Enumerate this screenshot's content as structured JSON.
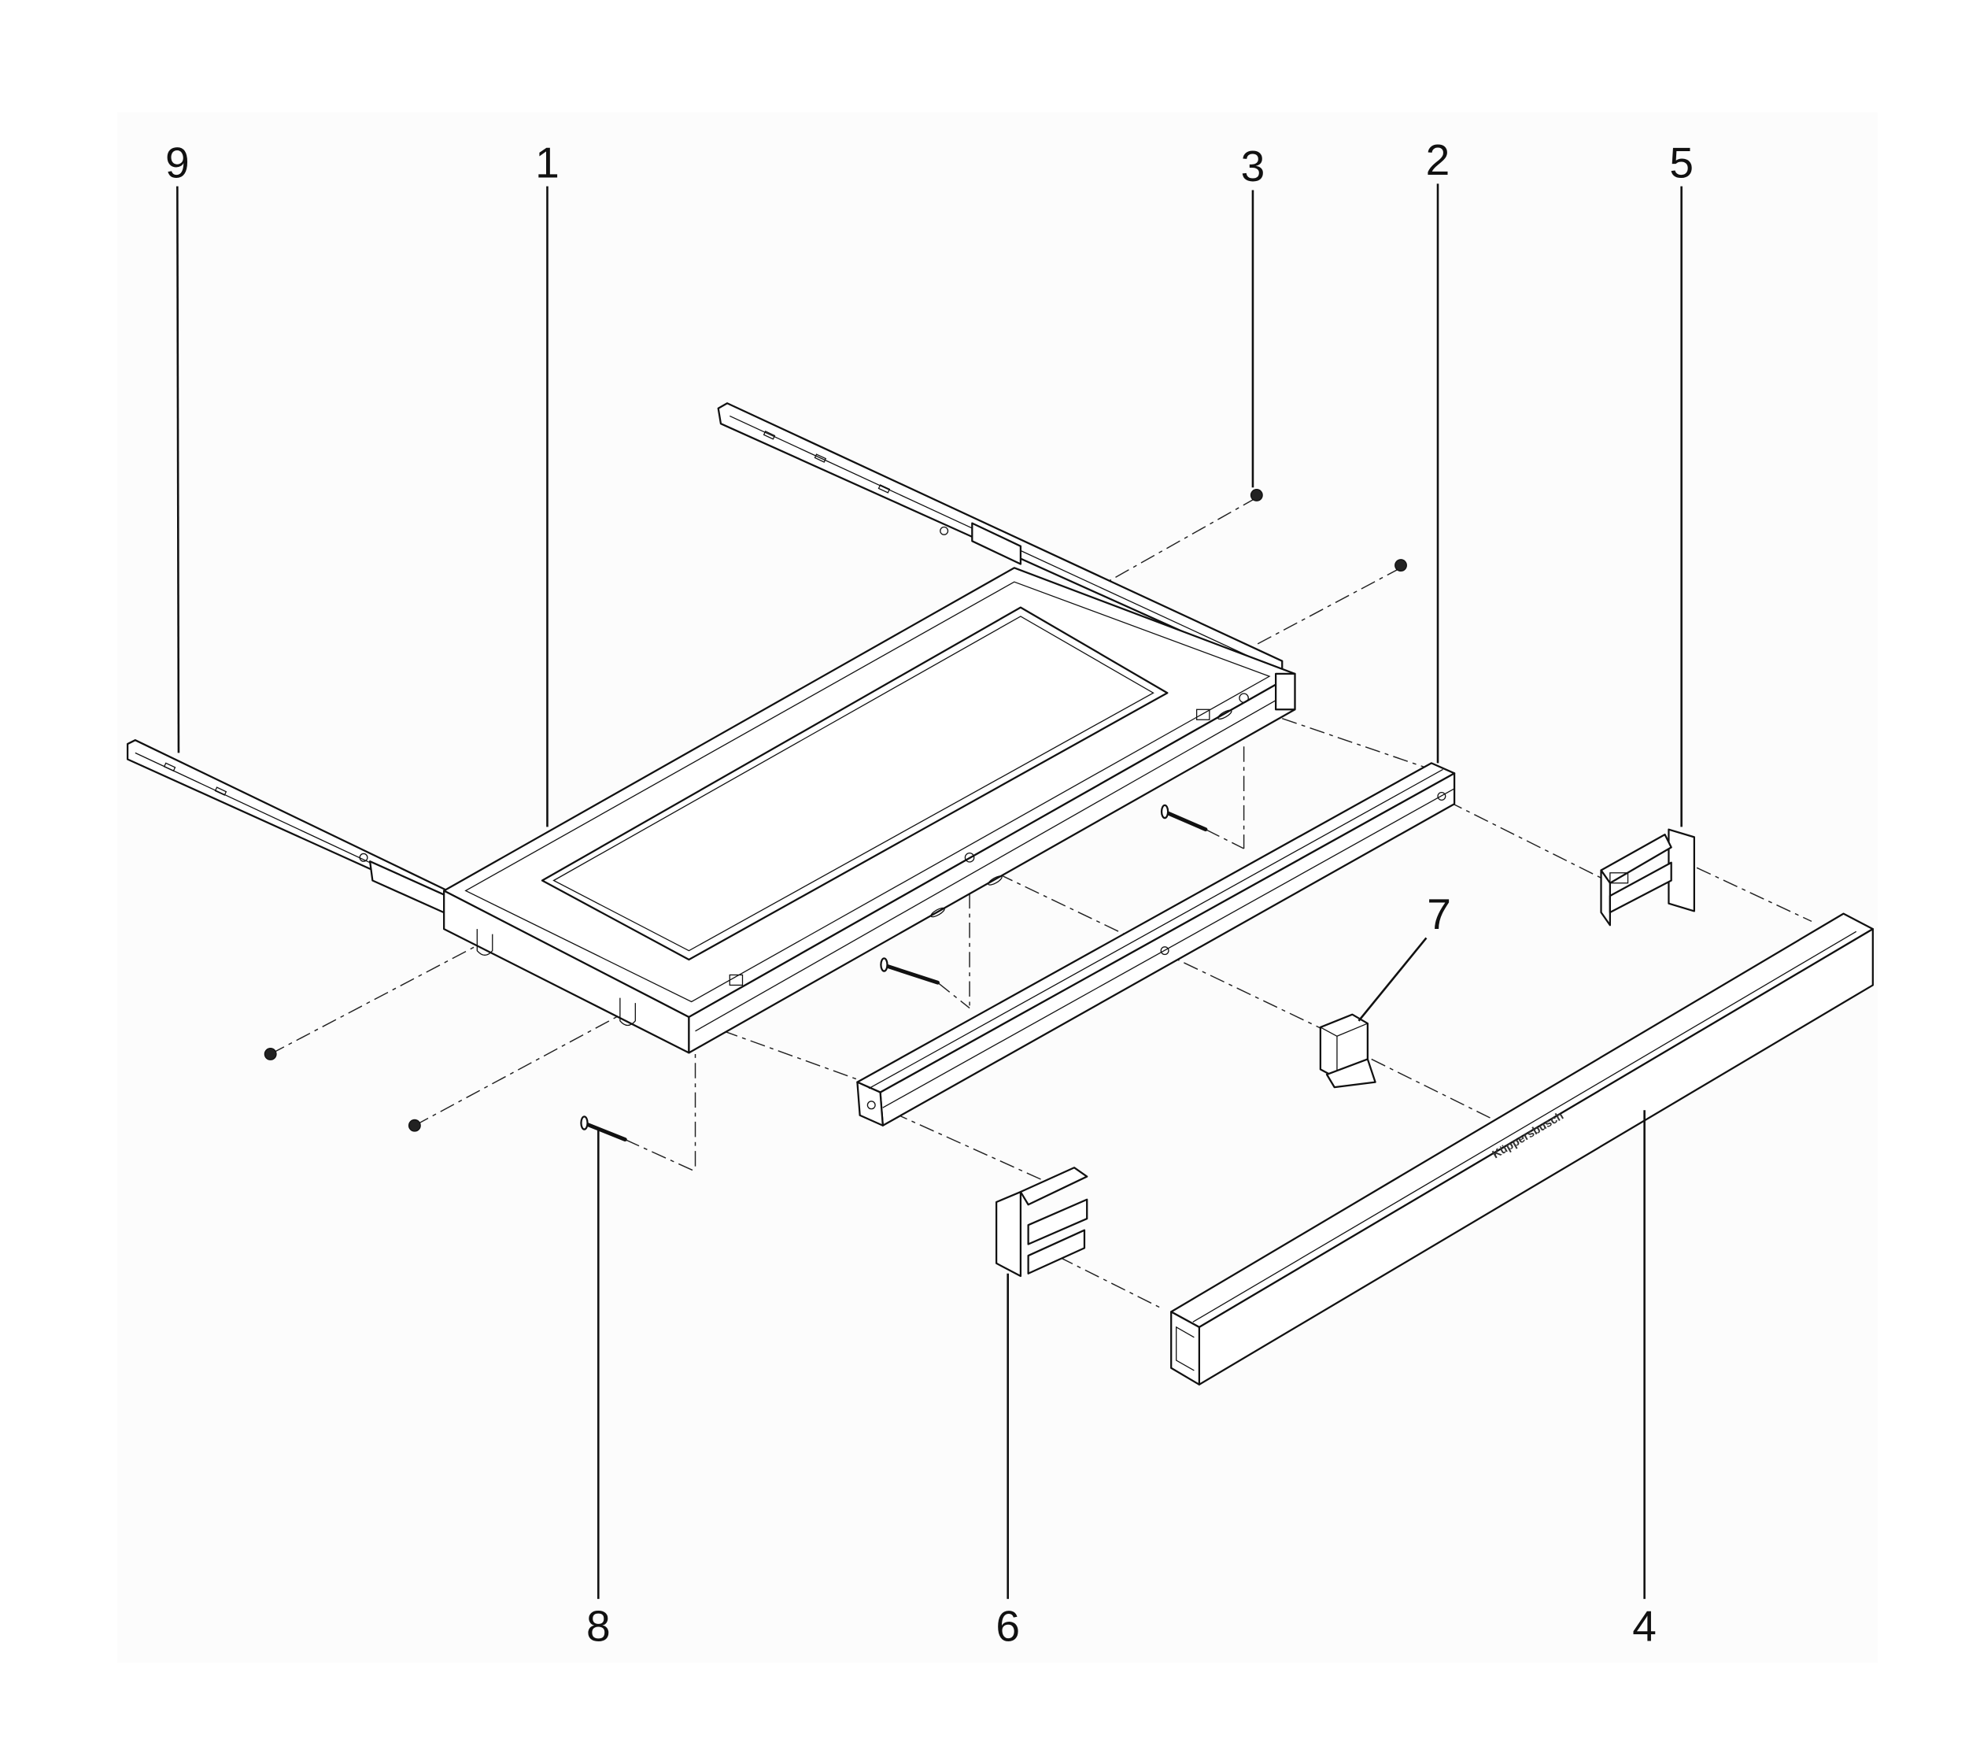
{
  "callouts": [
    {
      "label": "9"
    },
    {
      "label": "1"
    },
    {
      "label": "3"
    },
    {
      "label": "2"
    },
    {
      "label": "5"
    },
    {
      "label": "7"
    },
    {
      "label": "8"
    },
    {
      "label": "6"
    },
    {
      "label": "4"
    }
  ],
  "brand_text": "Küppersbusch"
}
